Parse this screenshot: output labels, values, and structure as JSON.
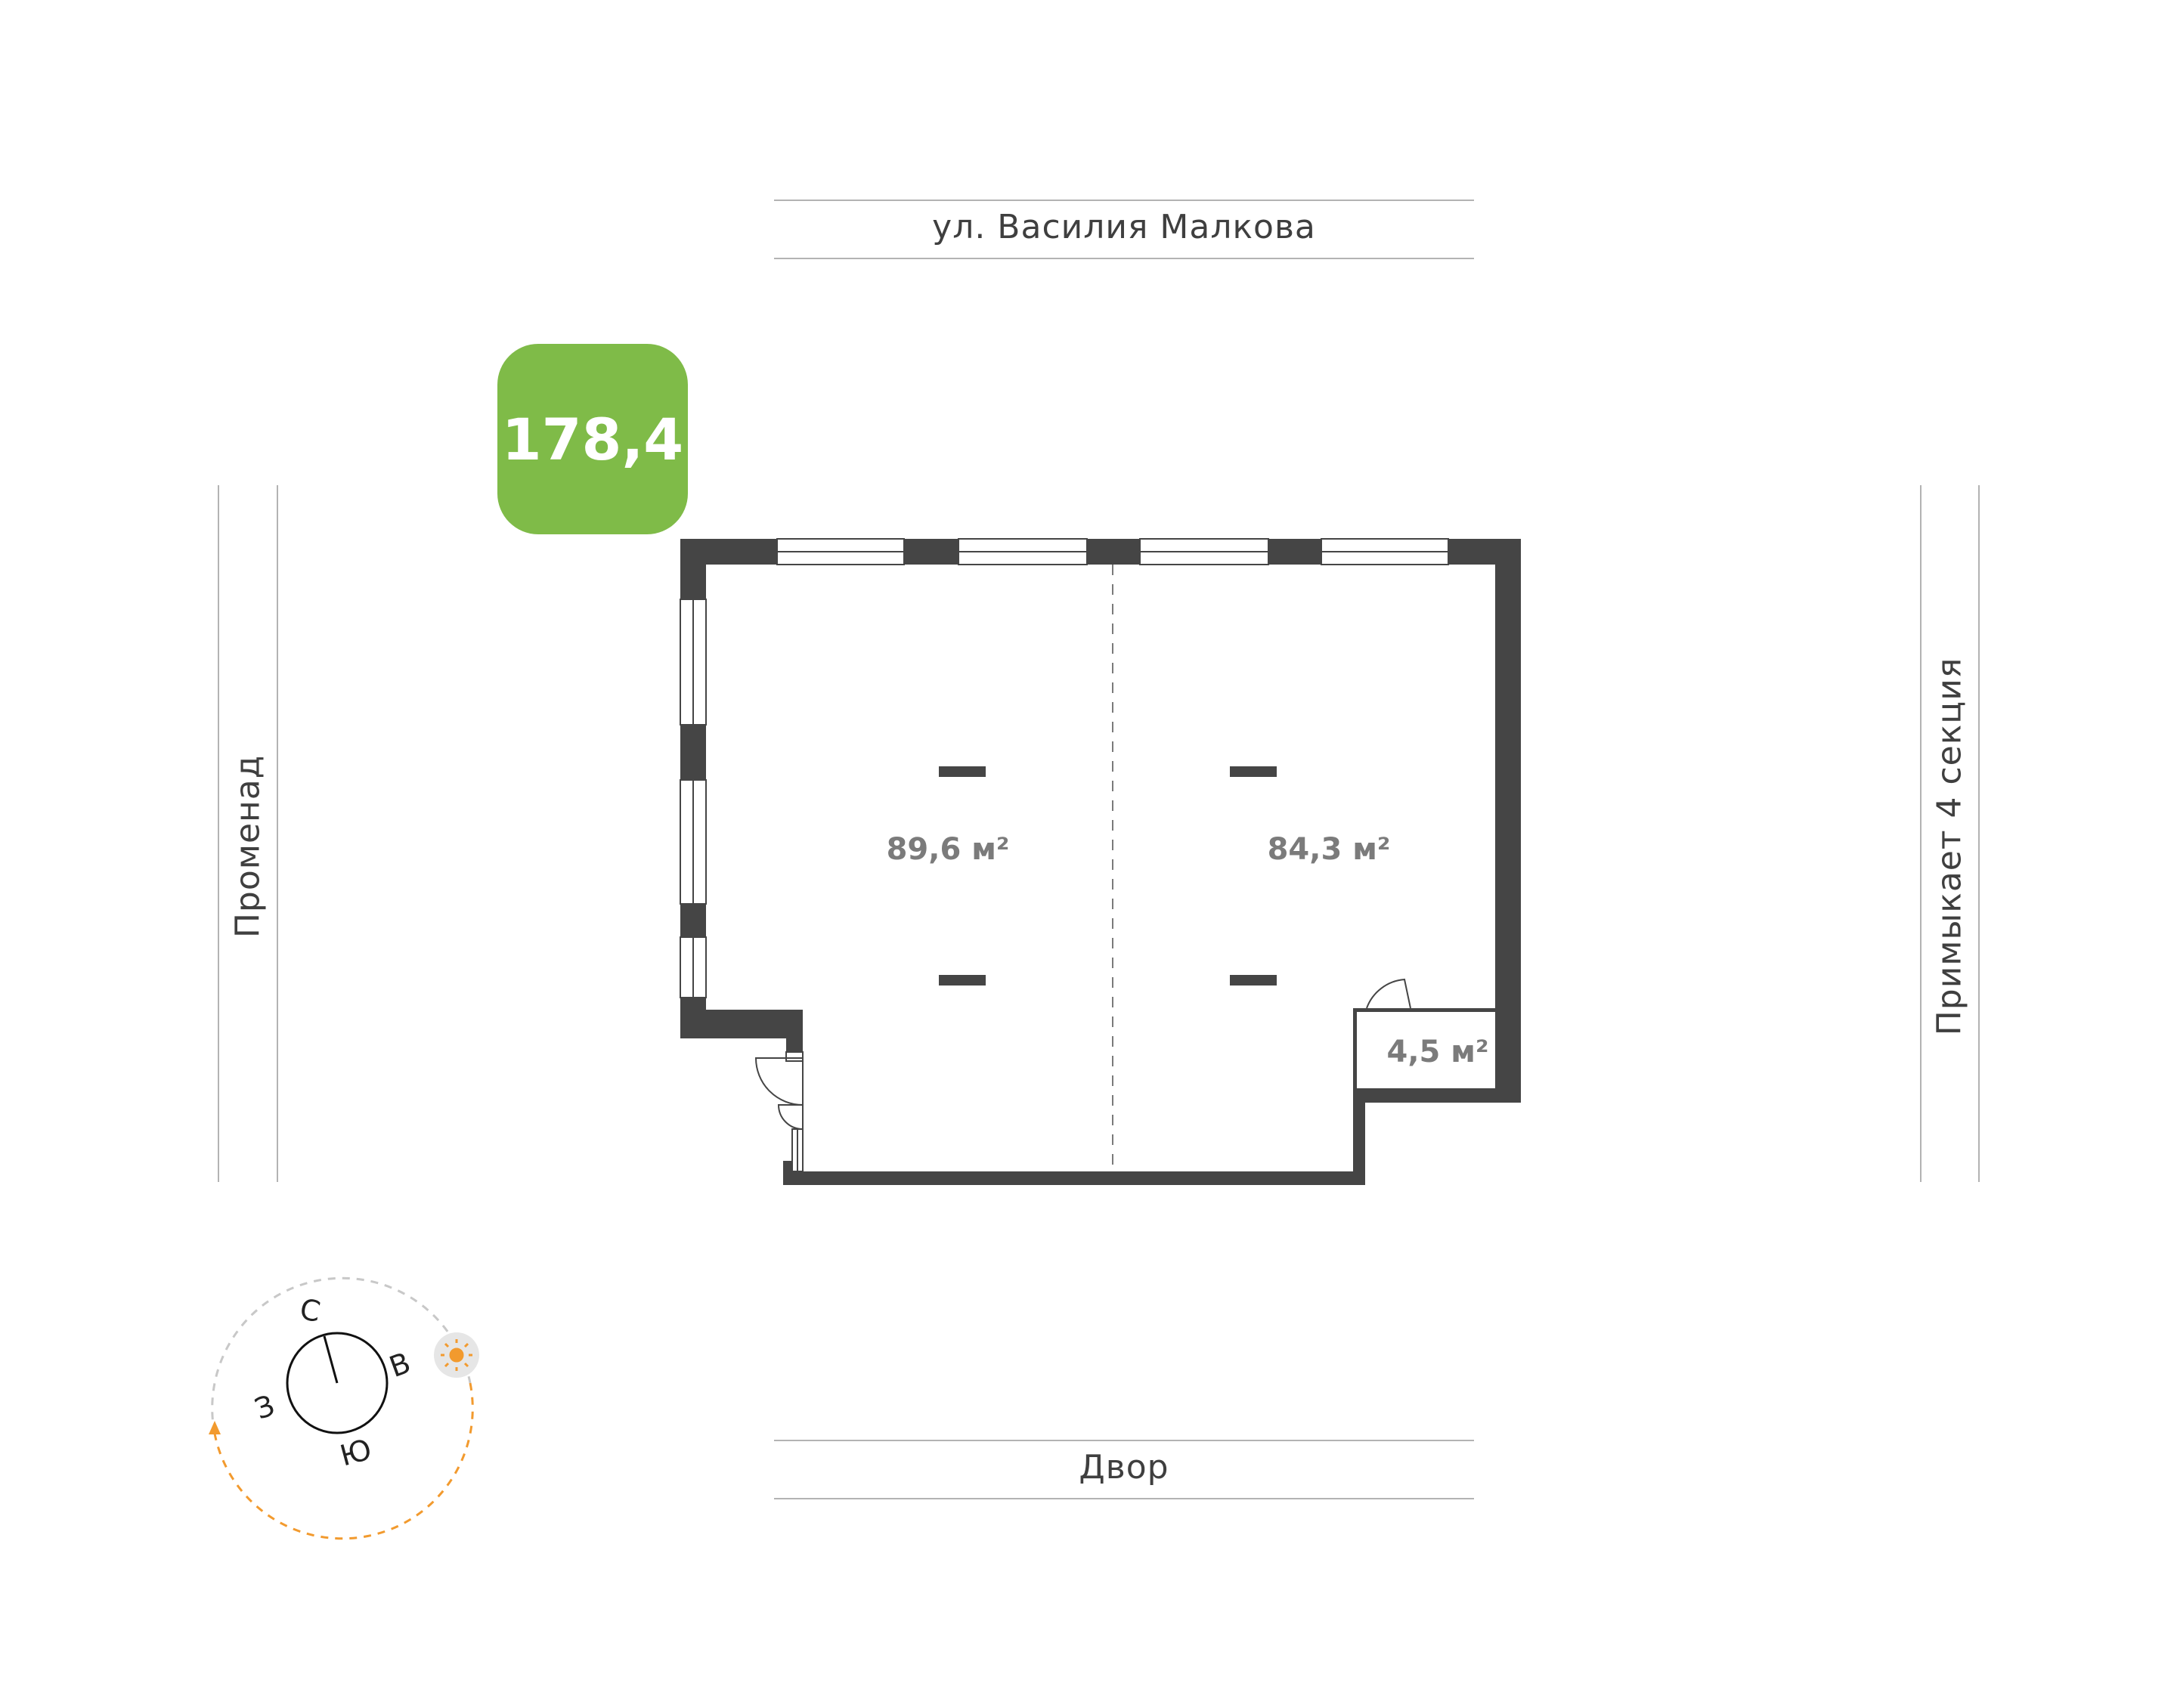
{
  "streets": {
    "top": "ул. Василия Малкова",
    "bottom": "Двор",
    "left": "Променад",
    "right": "Примыкает 4 секция"
  },
  "total_area": "178,4",
  "rooms": [
    {
      "area": "89,6 м²"
    },
    {
      "area": "84,3 м²"
    },
    {
      "area": "4,5 м²"
    }
  ],
  "compass": {
    "north": "С",
    "east": "В",
    "south": "Ю",
    "west": "З",
    "sun_icon": "sun-icon",
    "sun_path_color": "#f29a2e"
  },
  "colors": {
    "accent": "#7fbb48",
    "wall": "#454545"
  }
}
